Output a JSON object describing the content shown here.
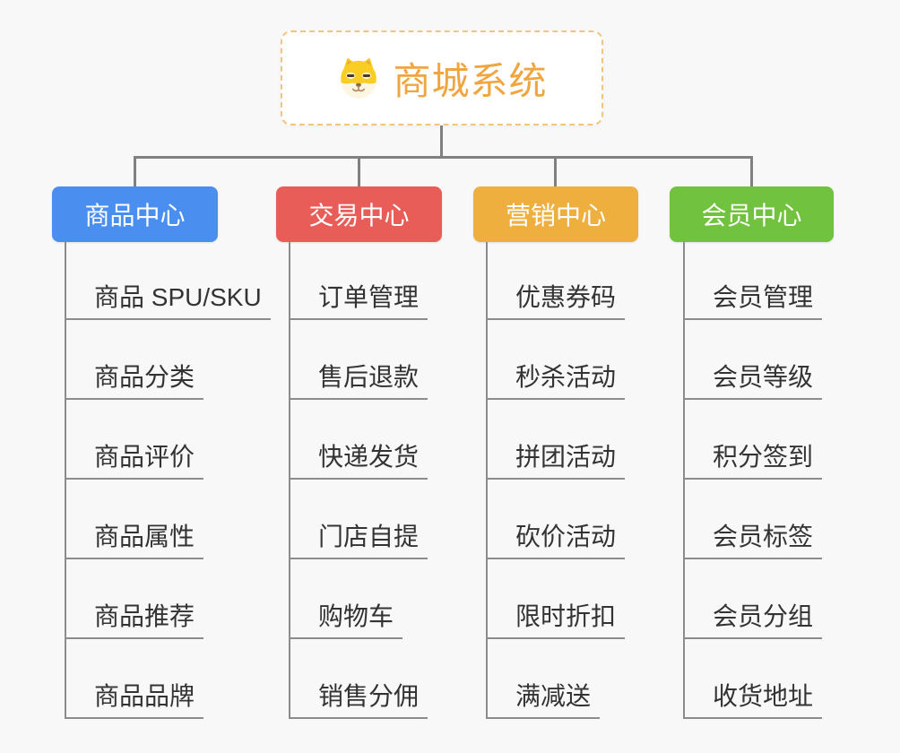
{
  "root": {
    "title": "商城系统",
    "icon": "shiba-dog-icon"
  },
  "branches": [
    {
      "label": "商品中心",
      "color": "#4a8ff0",
      "children": [
        "商品 SPU/SKU",
        "商品分类",
        "商品评价",
        "商品属性",
        "商品推荐",
        "商品品牌"
      ]
    },
    {
      "label": "交易中心",
      "color": "#e85d58",
      "children": [
        "订单管理",
        "售后退款",
        "快递发货",
        "门店自提",
        "购物车",
        "销售分佣"
      ]
    },
    {
      "label": "营销中心",
      "color": "#eeaf3f",
      "children": [
        "优惠券码",
        "秒杀活动",
        "拼团活动",
        "砍价活动",
        "限时折扣",
        "满减送"
      ]
    },
    {
      "label": "会员中心",
      "color": "#71c23e",
      "children": [
        "会员管理",
        "会员等级",
        "积分签到",
        "会员标签",
        "会员分组",
        "收货地址"
      ]
    }
  ],
  "colors": {
    "background": "#f8f8f8",
    "connector": "#808080",
    "leaf_underline": "#8c8c8c",
    "leaf_text": "#333333",
    "root_border": "#f3c57c",
    "root_title": "#f0a640"
  }
}
